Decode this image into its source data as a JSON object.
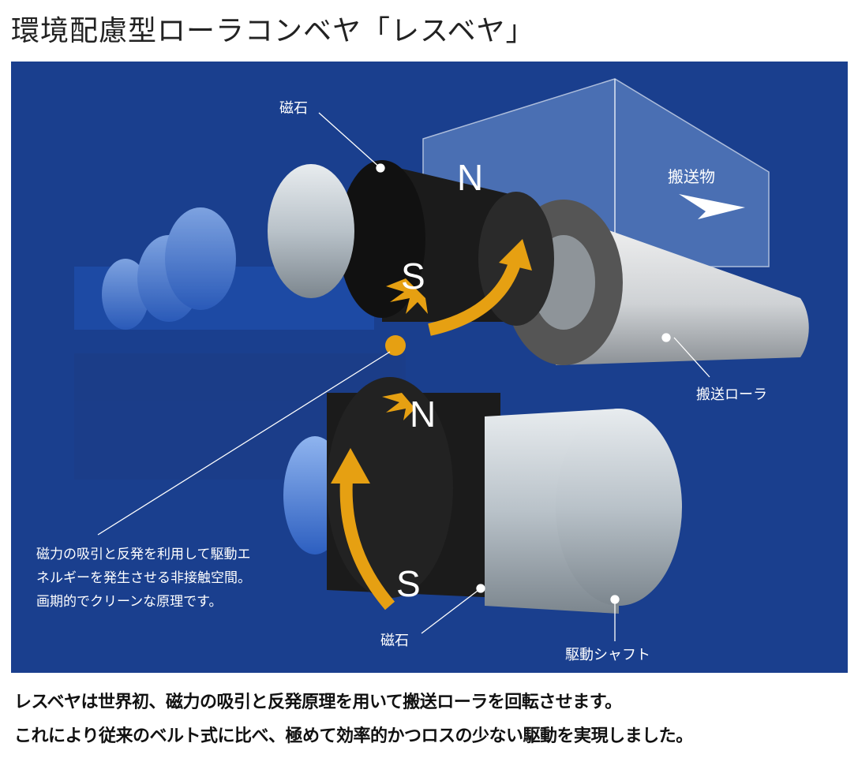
{
  "title": "環境配慮型ローラコンベヤ「レスベヤ」",
  "diagram": {
    "labels": {
      "magnet_top": "磁石",
      "magnet_bottom": "磁石",
      "cargo": "搬送物",
      "transport_roller": "搬送ローラ",
      "drive_shaft": "駆動シャフト"
    },
    "poles": {
      "top_box": "N",
      "top_roller": "S",
      "bottom_roller_top": "N",
      "bottom_roller_bottom": "S"
    },
    "description": [
      "磁力の吸引と反発を利用して駆動エ",
      "ネルギーを発生させる非接触空間。",
      "画期的でクリーンな原理です。"
    ],
    "colors": {
      "background": "#1a3f8e",
      "arrow": "#e6a012"
    }
  },
  "footer": [
    "レスベヤは世界初、磁力の吸引と反発原理を用いて搬送ローラを回転させます。",
    "これにより従来のベルト式に比べ、極めて効率的かつロスの少ない駆動を実現しました。"
  ]
}
